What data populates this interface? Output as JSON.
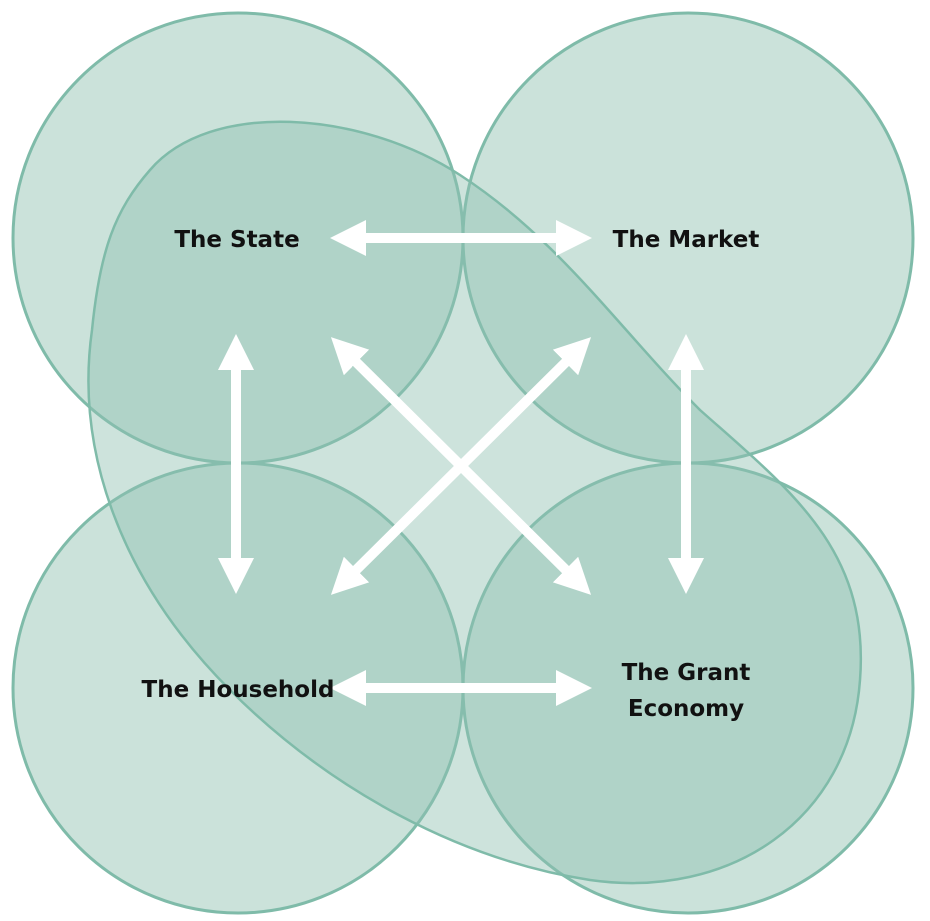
{
  "colors": {
    "circle_fill": "#a8cfc2",
    "circle_stroke": "#7fbba9",
    "arrow": "#ffffff",
    "text": "#111111",
    "background": "#ffffff"
  },
  "nodes": {
    "state": "The State",
    "market": "The Market",
    "household": "The Household",
    "grant_line1": "The Grant",
    "grant_line2": "Economy"
  },
  "connections": [
    {
      "from": "The State",
      "to": "The Market",
      "style": "double-arrow"
    },
    {
      "from": "The State",
      "to": "The Household",
      "style": "double-arrow"
    },
    {
      "from": "The Market",
      "to": "The Grant Economy",
      "style": "double-arrow"
    },
    {
      "from": "The Household",
      "to": "The Grant Economy",
      "style": "double-arrow"
    },
    {
      "from": "The State",
      "to": "The Grant Economy",
      "style": "double-arrow"
    },
    {
      "from": "The Market",
      "to": "The Household",
      "style": "double-arrow"
    }
  ]
}
